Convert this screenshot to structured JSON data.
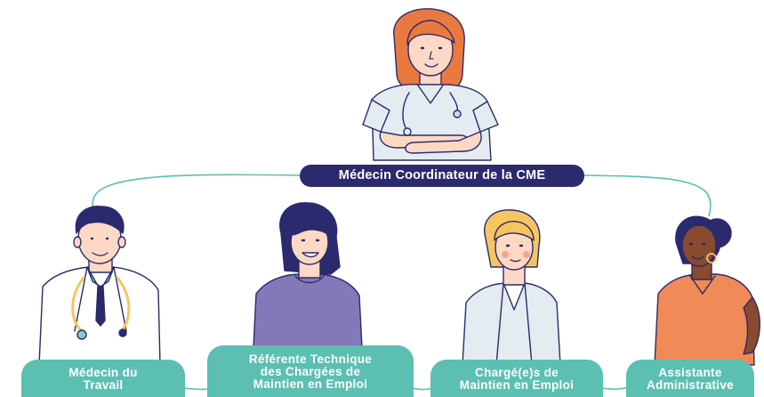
{
  "org_chart": {
    "coordinator": {
      "title": "Médecin Coordinateur de la CME"
    },
    "members": [
      {
        "title_line1": "Médecin du",
        "title_line2": "Travail",
        "title_line3": ""
      },
      {
        "title_line1": "Référente Technique",
        "title_line2": "des Chargées de",
        "title_line3": "Maintien en Emploi"
      },
      {
        "title_line1": "Chargé(e)s de",
        "title_line2": "Maintien en Emploi",
        "title_line3": ""
      },
      {
        "title_line1": "Assistante",
        "title_line2": "Administrative",
        "title_line3": ""
      }
    ]
  },
  "colors": {
    "navy": "#2b2a6e",
    "teal": "#5bbfb2",
    "connector": "#5bbfb2",
    "skin_light": "#fdd9c5",
    "hair_orange": "#e9793f",
    "hair_blonde": "#f5c560",
    "purple": "#7b6fae",
    "orange_top": "#f08a57"
  },
  "icons": [
    "nurse-illustration",
    "doctor-illustration",
    "woman-purple-illustration",
    "woman-blonde-illustration",
    "woman-orange-illustration"
  ]
}
